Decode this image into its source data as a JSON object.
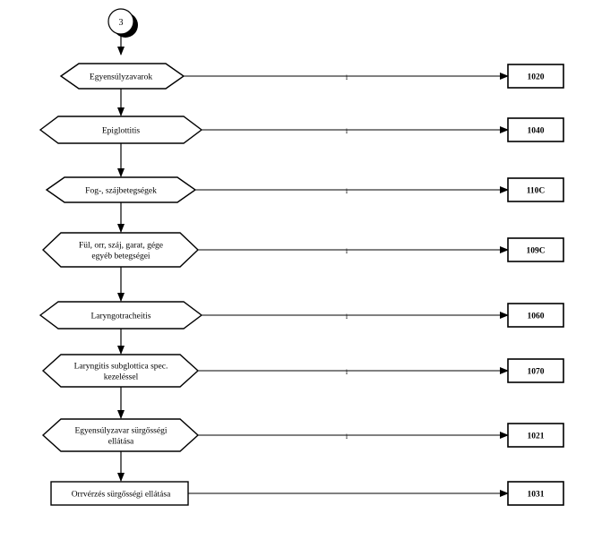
{
  "connector": {
    "label": "3"
  },
  "steps": [
    {
      "label": [
        "Egyensúlyzavarok"
      ],
      "edge_label": "i",
      "code": "1020",
      "shape": "hexagon"
    },
    {
      "label": [
        "Epiglottitis"
      ],
      "edge_label": "i",
      "code": "1040",
      "shape": "hexagon"
    },
    {
      "label": [
        "Fog-, szájbetegségek"
      ],
      "edge_label": "i",
      "code": "110C",
      "shape": "hexagon"
    },
    {
      "label": [
        "Fül, orr, száj, garat, gége",
        "egyéb betegségei"
      ],
      "edge_label": "i",
      "code": "109C",
      "shape": "hexagon"
    },
    {
      "label": [
        "Laryngotracheitis"
      ],
      "edge_label": "i",
      "code": "1060",
      "shape": "hexagon"
    },
    {
      "label": [
        "Laryngitis subglottica spec.",
        "kezeléssel"
      ],
      "edge_label": "i",
      "code": "1070",
      "shape": "hexagon"
    },
    {
      "label": [
        "Egyensúlyzavar sürgősségi",
        "ellátása"
      ],
      "edge_label": "i",
      "code": "1021",
      "shape": "hexagon"
    },
    {
      "label": [
        "Orrvérzés sürgősségi ellátása"
      ],
      "edge_label": "",
      "code": "1031",
      "shape": "rect"
    }
  ]
}
